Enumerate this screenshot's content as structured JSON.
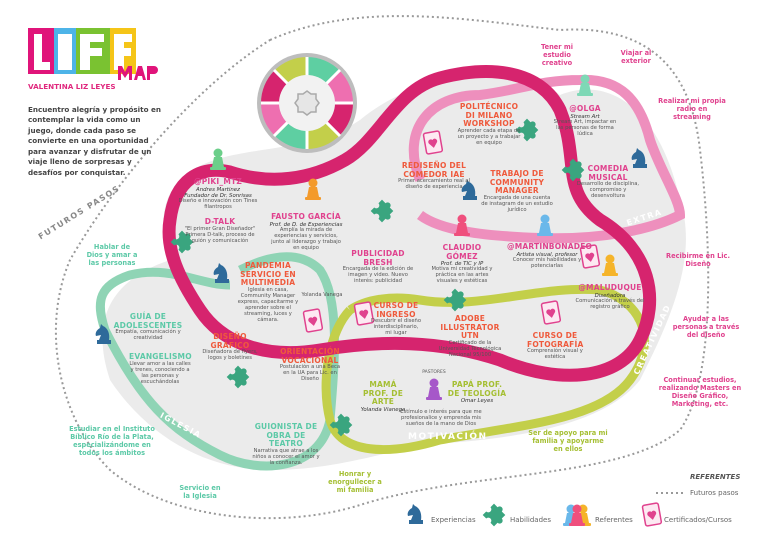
{
  "header": {
    "logo_text": "LIFE MAP",
    "author": "VALENTINA LIZ LEYES",
    "intro": "Encuentro alegría y propósito en contemplar la vida como un juego, donde cada paso se convierte en una oportunidad para avanzar y disfrutar de un viaje lleno de sorpresas y desafíos por conquistar."
  },
  "colors": {
    "magenta": "#d6246e",
    "pink": "#ee8fbd",
    "mint": "#8fd4b5",
    "olive": "#c3cf4a",
    "title_orange": "#ef5a3c",
    "knight": "#2e6a9a",
    "puzzle": "#3aa57f"
  },
  "bands": {
    "futuros_pasos": "FUTUROS PASOS",
    "extra": "EXTRA",
    "creatividad": "CREATIVIDAD",
    "iglesia": "IGLESIA",
    "motivacion": "MOTIVACIÓN"
  },
  "items": {
    "piki": {
      "title": "@PIKI_MTZ",
      "sub": "Andres Martinez",
      "sub2": "Fundador de Dr. Sonrisas",
      "desc": "Diseño e innovación con Tines filantropos"
    },
    "dtalk": {
      "title": "D-TALK",
      "desc": "\"El primer Gran Diseñador\" Primera D-talk, proceso de guión y comunicación"
    },
    "fausto": {
      "title": "FAUSTO GARCÍA",
      "sub": "Prof. de D. de Experiencias",
      "desc": "Amplía la mirada de experiencias y servicios, junto al liderazgo y trabajo en equipo"
    },
    "bresh": {
      "title": "PUBLICIDAD BRESH",
      "desc": "Encargada de la edición de imagen y video. Nuevo interés: publicidad"
    },
    "pandemia": {
      "title": "PANDEMIA SERVICIO EN MULTIMEDIA",
      "desc": "Iglesia en casa, Community Manager express, capacitarme y aprender sobre el streaming, luces y cámara."
    },
    "yolanda_tag": "Yolanda Vanega",
    "politecnico": {
      "title": "POLITÉCNICO DI MILANO WORKSHOP",
      "desc": "Aprender cada etapa de un proyecto y a trabajar en equipo"
    },
    "rediseno": {
      "title": "REDISEÑO DEL COMEDOR IAE",
      "desc": "Primer acercamiento real al diseño de experiencia"
    },
    "community": {
      "title": "TRABAJO DE COMMUNITY MANAGER",
      "desc": "Encargada de una cuenta de instagram de un estudio jurídico"
    },
    "olga": {
      "title": "@OLGA",
      "sub": "Stream Art",
      "desc": "Stream Art, impactar en las personas de forma lúdica"
    },
    "comedia": {
      "title": "COMEDIA MUSICAL",
      "desc": "Desarrollo de disciplina, compromiso y desenvoltura"
    },
    "claudio": {
      "title": "CLAUDIO GÓMEZ",
      "sub": "Prof. de TIC y IP",
      "desc": "Motiva mi creatividad y práctica en las artes visuales y estéticas"
    },
    "martin": {
      "title": "@MARTINBONADEO",
      "sub": "Artista visual, profesor",
      "desc": "Conocer mis habilidades y potenciarlas"
    },
    "maluduque": {
      "title": "@MALUDUQUE",
      "sub": "Diseñadora",
      "desc": "Comunicación a través del registro gráfico"
    },
    "guia": {
      "title": "GUÍA DE ADOLESCENTES",
      "desc": "Empatía, comunicación y creatividad"
    },
    "evangelismo": {
      "title": "EVANGELISMO",
      "desc": "Llevar amor a las calles y trenes, conociendo a las personas y escuchándolas"
    },
    "diseno": {
      "title": "DISEÑO GRÁFICO",
      "desc": "Diseñadora de flyers, logos y boletines"
    },
    "orientacion": {
      "title": "ORIENTACIÓN VOCACIONAL",
      "desc": "Postulación a una Beca en la UA para Lic. en Diseño"
    },
    "ingreso": {
      "title": "CURSO DE INGRESO",
      "desc": "Descubrir el diseño interdisciplinario, mi lugar"
    },
    "adobe": {
      "title": "ADOBE ILLUSTRATOR UTN",
      "desc": "Certificado de la Universidad Tecnológica Nacional 95/100"
    },
    "fotografia": {
      "title": "CURSO DE FOTOGRAFÍA",
      "desc": "Comprensión visual y estética"
    },
    "mama": {
      "title": "MAMÁ PROF. DE ARTE",
      "sub": "Yolanda Vianega"
    },
    "pastores": "PASTORES",
    "papa": {
      "title": "PAPÁ PROF. DE TEOLOGÍA",
      "sub": "Omar Leyes"
    },
    "padres_desc": "Estímulo e interés para que me profesionalice y emprenda mis sueños de la mano de Dios",
    "guionista": {
      "title": "GUIONISTA DE OBRA DE TEATRO",
      "desc": "Narrativa que atrae a los niños a conocer el amor y la confianza."
    }
  },
  "future_steps": {
    "estudio": "Tener mi estudio creativo",
    "viajar": "Viajar al exterior",
    "radio": "Realizar mi propia radio en streaming",
    "recibirme": "Recibirme en Lic. Diseño",
    "ayudar": "Ayudar a las personas a través del diseño",
    "masters": "Continuar estudios, realizando Masters en Diseño Gráfico, Marketing, etc.",
    "familia_apoyo": "Ser de apoyo para mi familia y apoyarme en ellos",
    "honrar": "Honrar y enorgullecer a mi familia",
    "servicio": "Servicio en la Iglesia",
    "instituto": "Estudiar en el Instituto Bíblico Río de la Plata, especializándome en todos los ámbitos",
    "hablar": "Hablar de Dios y amar a las personas"
  },
  "legend": {
    "title": "REFERENTES",
    "futuros": "Futuros pasos",
    "experiencias": "Experiencias",
    "habilidades": "Habilidades",
    "referentes": "Referentes",
    "certificados": "Certificados/Cursos"
  }
}
